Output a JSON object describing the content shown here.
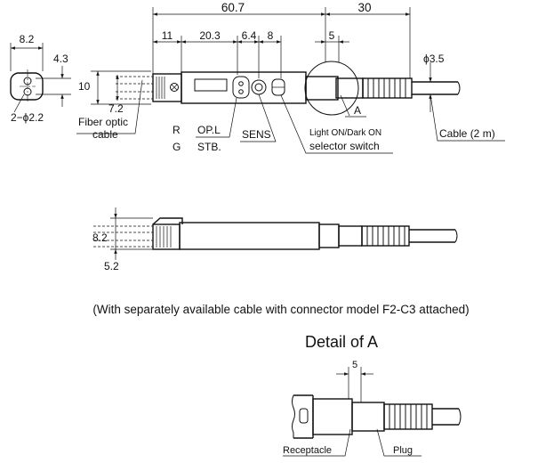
{
  "dimensions": {
    "top_width": "60.7",
    "cable_len": "30",
    "seg_11": "11",
    "seg_20_3": "20.3",
    "seg_6_4": "6.4",
    "seg_8": "8",
    "seg_5": "5",
    "end_width": "8.2",
    "end_43": "4.3",
    "height_10": "10",
    "height_7_2": "7.2",
    "hole_dia": "2−ϕ2.2",
    "cable_dia": "ϕ3.5",
    "side_8_2": "8.2",
    "side_5_2": "5.2",
    "detail_5": "5"
  },
  "labels": {
    "fiber_line1": "Fiber optic",
    "fiber_line2": "cable",
    "r": "R",
    "g": "G",
    "opl": "OP.L",
    "stb": "STB.",
    "sens": "SENS",
    "selector_line1": "Light ON/Dark ON",
    "selector_line2": "selector switch",
    "a_label": "A",
    "cable": "Cable (2 m)",
    "caption": "(With separately available cable with connector model F2-C3 attached)",
    "detail_title": "Detail of A",
    "receptacle": "Receptacle",
    "plug": "Plug"
  }
}
